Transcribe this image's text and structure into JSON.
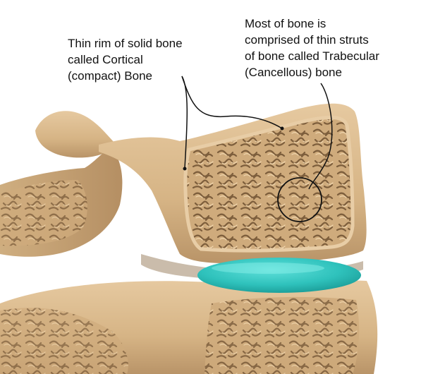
{
  "labels": {
    "cortical": {
      "lines": [
        "Thin rim of solid bone",
        "called Cortical",
        "(compact) Bone"
      ]
    },
    "trabecular": {
      "lines": [
        "Most of bone is",
        "comprised of thin struts",
        "of bone called Trabecular",
        "(Cancellous) bone"
      ]
    }
  },
  "colors": {
    "bone": "#d9b98e",
    "bone_shadow": "#b8956a",
    "bone_dark": "#8f6f4a",
    "disc": "#33c6c0",
    "disc_shadow": "#1e9c97",
    "leader": "#111111"
  }
}
